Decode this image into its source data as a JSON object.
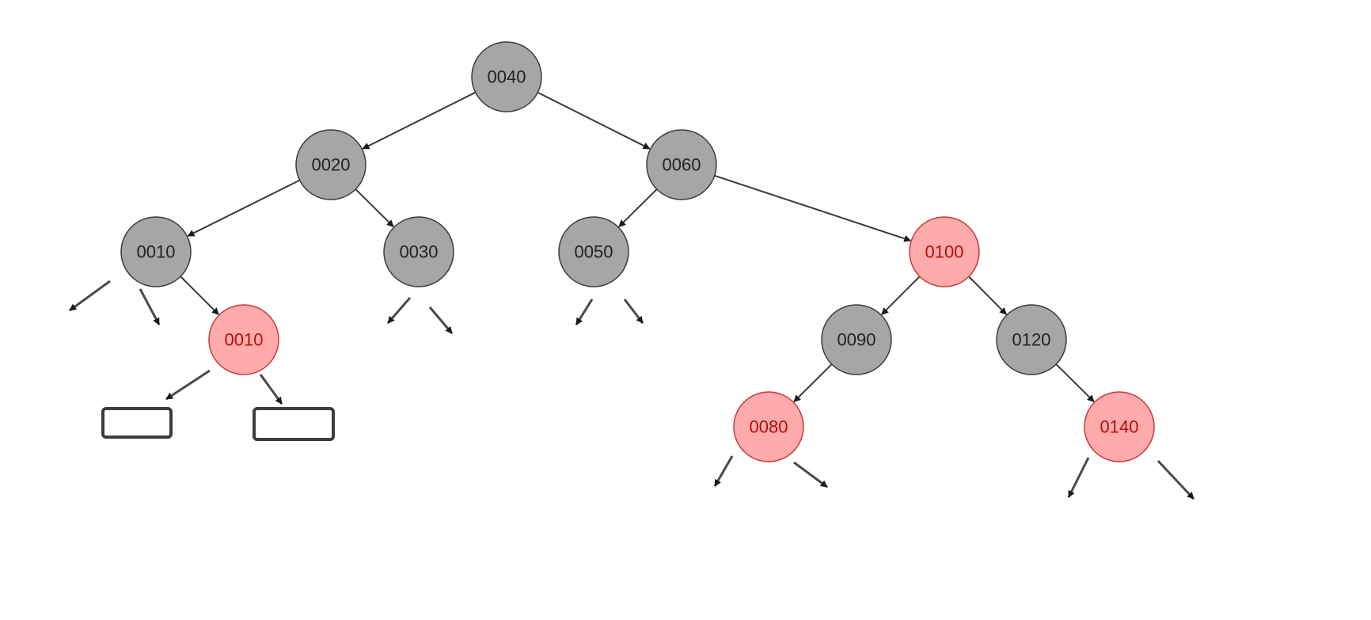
{
  "colors": {
    "black_fill": "#a6a6a6",
    "black_stroke": "#3c3c3c",
    "black_text": "#222222",
    "red_fill": "#ffabab",
    "red_stroke": "#c83a3a",
    "red_text": "#b01010",
    "edge": "#3a3a3a",
    "placeholder_stroke": "#3c3c3c"
  },
  "tree": {
    "nodes": [
      {
        "id": "n40",
        "label": "0040",
        "color": "black"
      },
      {
        "id": "n20",
        "label": "0020",
        "color": "black"
      },
      {
        "id": "n60",
        "label": "0060",
        "color": "black"
      },
      {
        "id": "n10",
        "label": "0010",
        "color": "black"
      },
      {
        "id": "n30",
        "label": "0030",
        "color": "black"
      },
      {
        "id": "n50",
        "label": "0050",
        "color": "black"
      },
      {
        "id": "n100",
        "label": "0100",
        "color": "red"
      },
      {
        "id": "n10b",
        "label": "0010",
        "color": "red"
      },
      {
        "id": "n90",
        "label": "0090",
        "color": "black"
      },
      {
        "id": "n120",
        "label": "0120",
        "color": "black"
      },
      {
        "id": "n80",
        "label": "0080",
        "color": "red"
      },
      {
        "id": "n140",
        "label": "0140",
        "color": "red"
      }
    ],
    "edges": [
      {
        "from": "n40",
        "to": "n20"
      },
      {
        "from": "n40",
        "to": "n60"
      },
      {
        "from": "n20",
        "to": "n10"
      },
      {
        "from": "n20",
        "to": "n30"
      },
      {
        "from": "n60",
        "to": "n50"
      },
      {
        "from": "n60",
        "to": "n100"
      },
      {
        "from": "n10",
        "to": "n10b"
      },
      {
        "from": "n100",
        "to": "n90"
      },
      {
        "from": "n100",
        "to": "n120"
      },
      {
        "from": "n90",
        "to": "n80"
      },
      {
        "from": "n120",
        "to": "n140"
      }
    ],
    "empty_child_slots": 2
  }
}
